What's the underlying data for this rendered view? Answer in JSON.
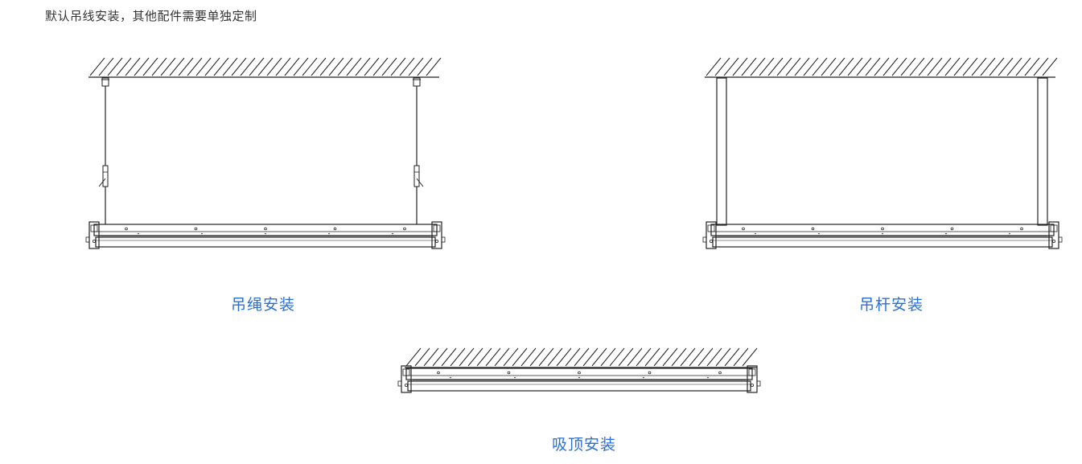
{
  "note": "默认吊线安装，其他配件需要单独定制",
  "colors": {
    "caption": "#2a6fd6",
    "line": "#222222",
    "note": "#333333"
  },
  "figures": [
    {
      "id": "wire",
      "caption": "吊绳安装"
    },
    {
      "id": "rod",
      "caption": "吊杆安装"
    },
    {
      "id": "surface",
      "caption": "吸顶安装"
    }
  ]
}
